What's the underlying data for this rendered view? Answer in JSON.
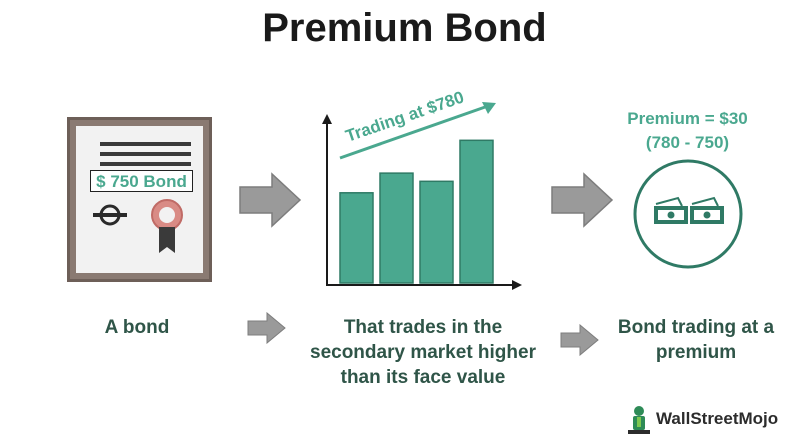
{
  "title": "Premium Bond",
  "bond_certificate": {
    "label": "$ 750 Bond"
  },
  "chart": {
    "annotation": "Trading at $780",
    "bar_levels": [
      0.55,
      0.67,
      0.62,
      0.87
    ]
  },
  "premium": {
    "line1": "Premium = $30",
    "line2": "(780 - 750)"
  },
  "captions": {
    "step1": [
      "A bond"
    ],
    "step2": [
      "That trades in the",
      "secondary market higher",
      "than its face value"
    ],
    "step3": [
      "Bond trading at a",
      "premium"
    ]
  },
  "brand": {
    "name": "WallStreetMojo"
  },
  "colors": {
    "teal": "#4aa88f",
    "dark_teal": "#2f7a65",
    "arrow_gray": "#9a9a9a",
    "caption": "#2f5548"
  },
  "icons": [
    "certificate-icon",
    "seal-icon",
    "arrow-right-icon",
    "bar-chart-icon",
    "cash-icon",
    "brand-logo-icon"
  ]
}
